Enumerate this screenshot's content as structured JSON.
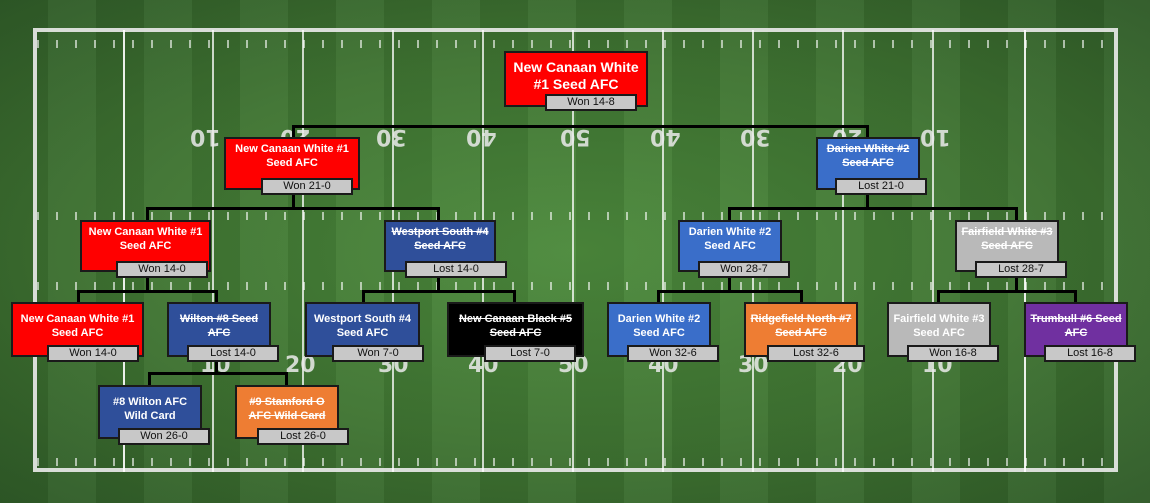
{
  "field": {
    "yard_numbers_top": [
      "10",
      "20",
      "30",
      "40",
      "50",
      "40",
      "30",
      "20",
      "10"
    ],
    "yard_numbers_bottom": [
      "10",
      "20",
      "30",
      "40",
      "50",
      "40",
      "30",
      "20",
      "10"
    ]
  },
  "bracket": {
    "final": {
      "name": "New Canaan White #1 Seed AFC",
      "result": "Won 14-8"
    },
    "semi_left": {
      "name": "New Canaan White #1 Seed AFC",
      "result": "Won 21-0"
    },
    "semi_right": {
      "name": "Darien White #2 Seed AFC",
      "result": "Lost 21-0"
    },
    "qf1": {
      "name": "New Canaan White #1 Seed AFC",
      "result": "Won 14-0"
    },
    "qf2": {
      "name": "Westport South #4 Seed AFC",
      "result": "Lost 14-0"
    },
    "qf3": {
      "name": "Darien White #2 Seed AFC",
      "result": "Won 28-7"
    },
    "qf4": {
      "name": "Fairfield White #3 Seed AFC",
      "result": "Lost 28-7"
    },
    "r1_1": {
      "name": "New Canaan White #1 Seed AFC",
      "result": "Won 14-0"
    },
    "r1_2": {
      "name": "Wilton #8 Seed AFC",
      "result": "Lost 14-0"
    },
    "r1_3": {
      "name": "Westport South #4 Seed AFC",
      "result": "Won 7-0"
    },
    "r1_4": {
      "name": "New Canaan Black #5 Seed AFC",
      "result": "Lost 7-0"
    },
    "r1_5": {
      "name": "Darien White #2 Seed AFC",
      "result": "Won 32-6"
    },
    "r1_6": {
      "name": "Ridgefield North #7 Seed AFC",
      "result": "Lost 32-6"
    },
    "r1_7": {
      "name": "Fairfield White #3 Seed AFC",
      "result": "Won 16-8"
    },
    "r1_8": {
      "name": "Trumbull #6 Seed AFC",
      "result": "Lost 16-8"
    },
    "wc1": {
      "name": "#8 Wilton AFC Wild Card",
      "result": "Won 26-0"
    },
    "wc2": {
      "name": "#9 Stamford O AFC Wild Card",
      "result": "Lost 26-0"
    }
  },
  "colors": {
    "new_canaan_white": "#ff0000",
    "darien_white": "#3a6ec9",
    "westport_wilton": "#2f4f9a",
    "fairfield_white": "#b9b9b9",
    "ridgefield_stamford": "#ee7d33",
    "trumbull": "#7030a0",
    "new_canaan_black": "#000000",
    "field_green": "#3f7432"
  }
}
